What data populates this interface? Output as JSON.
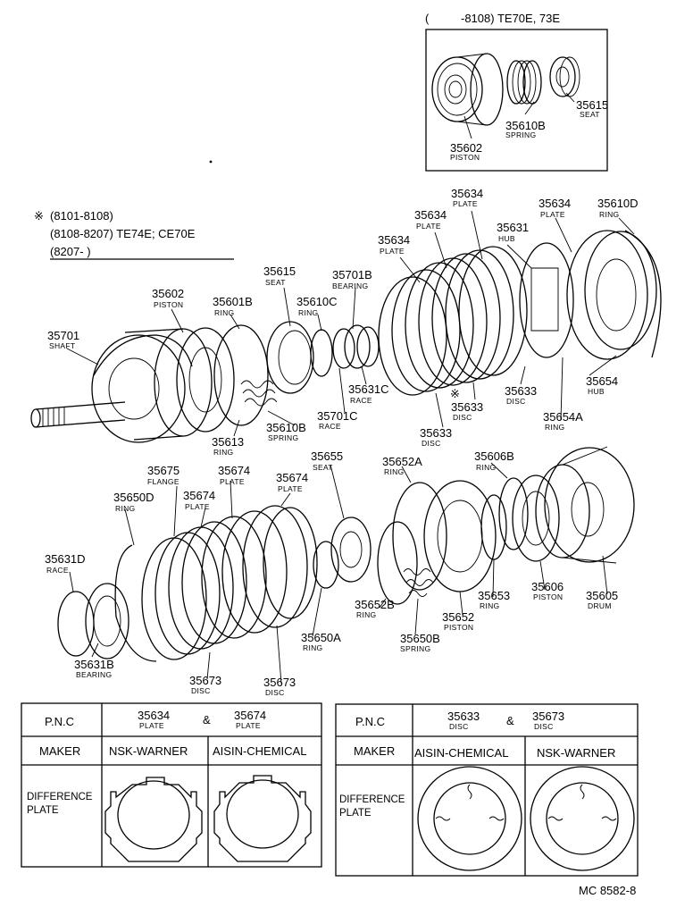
{
  "inset": {
    "title_prefix": "(",
    "title_range": "-8108) TE70E, 73E",
    "parts": [
      {
        "pnc": "35615",
        "name": "SEAT"
      },
      {
        "pnc": "35610B",
        "name": "SPRING"
      },
      {
        "pnc": "35602",
        "name": "PISTON"
      }
    ]
  },
  "note": {
    "mark": "※",
    "line1": "(8101-8108)",
    "line2": "(8108-8207) TE74E; CE70E",
    "line3": "(8207-        )"
  },
  "parts": {
    "p35634a": {
      "pnc": "35634",
      "name": "PLATE"
    },
    "p35634b": {
      "pnc": "35634",
      "name": "PLATE"
    },
    "p35634c": {
      "pnc": "35634",
      "name": "PLATE"
    },
    "p35634d": {
      "pnc": "35634",
      "name": "PLATE"
    },
    "p35631": {
      "pnc": "35631",
      "name": "HUB"
    },
    "p35610d": {
      "pnc": "35610D",
      "name": "RING"
    },
    "p35615": {
      "pnc": "35615",
      "name": "SEAT"
    },
    "p35701b": {
      "pnc": "35701B",
      "name": "BEARING"
    },
    "p35602": {
      "pnc": "35602",
      "name": "PISTON"
    },
    "p35601b": {
      "pnc": "35601B",
      "name": "RING"
    },
    "p35610c": {
      "pnc": "35610C",
      "name": "RING"
    },
    "p35701": {
      "pnc": "35701",
      "name": "SHAFT"
    },
    "p35631c": {
      "pnc": "35631C",
      "name": "RACE"
    },
    "p35701c": {
      "pnc": "35701C",
      "name": "RACE"
    },
    "p35633a": {
      "pnc": "35633",
      "name": "DISC"
    },
    "p35633b": {
      "pnc": "35633",
      "name": "DISC"
    },
    "p35633c": {
      "pnc": "35633",
      "name": "DISC"
    },
    "p35654": {
      "pnc": "35654",
      "name": "HUB"
    },
    "p35654a": {
      "pnc": "35654A",
      "name": "RING"
    },
    "p35613": {
      "pnc": "35613",
      "name": "RING"
    },
    "p35610b": {
      "pnc": "35610B",
      "name": "SPRING"
    },
    "p35675": {
      "pnc": "35675",
      "name": "FLANGE"
    },
    "p35674a": {
      "pnc": "35674",
      "name": "PLATE"
    },
    "p35674b": {
      "pnc": "35674",
      "name": "PLATE"
    },
    "p35674c": {
      "pnc": "35674",
      "name": "PLATE"
    },
    "p35655": {
      "pnc": "35655",
      "name": "SEAT"
    },
    "p35652a": {
      "pnc": "35652A",
      "name": "RING"
    },
    "p35606b": {
      "pnc": "35606B",
      "name": "RING"
    },
    "p35650d": {
      "pnc": "35650D",
      "name": "RING"
    },
    "p35631d": {
      "pnc": "35631D",
      "name": "RACE"
    },
    "p35631b": {
      "pnc": "35631B",
      "name": "BEARING"
    },
    "p35673a": {
      "pnc": "35673",
      "name": "DISC"
    },
    "p35673b": {
      "pnc": "35673",
      "name": "DISC"
    },
    "p35650a": {
      "pnc": "35650A",
      "name": "RING"
    },
    "p35652b": {
      "pnc": "35652B",
      "name": "RING"
    },
    "p35650b": {
      "pnc": "35650B",
      "name": "SPRING"
    },
    "p35652": {
      "pnc": "35652",
      "name": "PISTON"
    },
    "p35653": {
      "pnc": "35653",
      "name": "RING"
    },
    "p35606": {
      "pnc": "35606",
      "name": "PISTON"
    },
    "p35605": {
      "pnc": "35605",
      "name": "DRUM"
    }
  },
  "table_left": {
    "pnc_header": "P.N.C",
    "pnc1": "35634",
    "pnc1_name": "PLATE",
    "amp": "&",
    "pnc2": "35674",
    "pnc2_name": "PLATE",
    "maker_header": "MAKER",
    "maker1": "NSK-WARNER",
    "maker2": "AISIN-CHEMICAL",
    "diff_line1": "DIFFERENCE",
    "diff_line2": "PLATE"
  },
  "table_right": {
    "pnc_header": "P.N.C",
    "pnc1": "35633",
    "pnc1_name": "DISC",
    "amp": "&",
    "pnc2": "35673",
    "pnc2_name": "DISC",
    "maker_header": "MAKER",
    "maker1": "AISIN-CHEMICAL",
    "maker2": "NSK-WARNER",
    "diff_line1": "DIFFERENCE",
    "diff_line2": "PLATE"
  },
  "footer": {
    "code": "MC 8582-8"
  }
}
